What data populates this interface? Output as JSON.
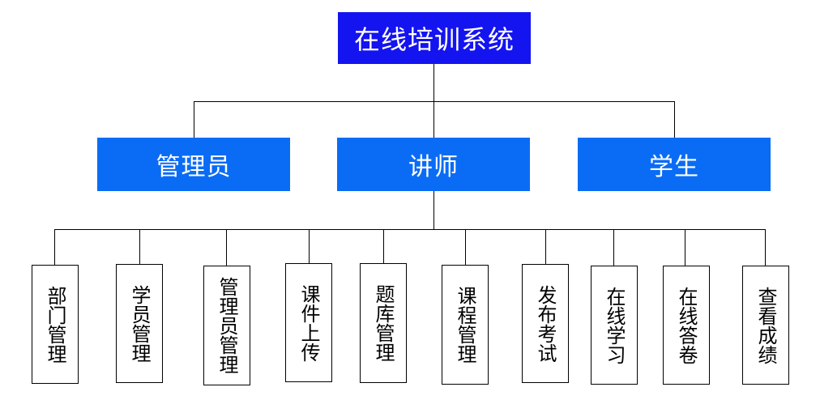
{
  "root": {
    "label": "在线培训系统"
  },
  "roles": [
    {
      "label": "管理员"
    },
    {
      "label": "讲师"
    },
    {
      "label": "学生"
    }
  ],
  "modules": [
    {
      "label": "部门管理"
    },
    {
      "label": "学员管理"
    },
    {
      "label": "管理员管理"
    },
    {
      "label": "课件上传"
    },
    {
      "label": "题库管理"
    },
    {
      "label": "课程管理"
    },
    {
      "label": "发布考试"
    },
    {
      "label": "在线学习"
    },
    {
      "label": "在线答卷"
    },
    {
      "label": "查看成绩"
    }
  ],
  "colors": {
    "root": "#1414f0",
    "role": "#0a6cf5",
    "text": "#ffffff",
    "line": "#000000"
  }
}
